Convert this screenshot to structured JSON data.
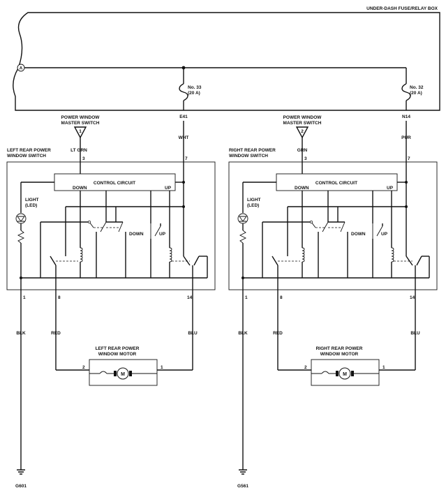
{
  "fuse_box": {
    "title": "UNDER-DASH FUSE/RELAY BOX",
    "connector_label": "A",
    "fuse_33": {
      "number": "No. 33",
      "rating": "(20 A)"
    },
    "fuse_32": {
      "number": "No. 32",
      "rating": "(20 A)"
    },
    "terminal_e41": "E41",
    "terminal_n14": "N14"
  },
  "left": {
    "master_switch": {
      "line1": "POWER WINDOW",
      "line2": "MASTER SWITCH",
      "connector": "1"
    },
    "wire_from_master": "LT GRN",
    "feed_wire": "WHT",
    "switch_title": {
      "line1": "LEFT REAR POWER",
      "line2": "WINDOW SWITCH"
    },
    "pin_3": "3",
    "pin_7": "7",
    "control_circuit": "CONTROL CIRCUIT",
    "down": "DOWN",
    "up": "UP",
    "down2": "DOWN",
    "up2": "UP",
    "light": {
      "line1": "LIGHT",
      "line2": "(LED)"
    },
    "pin_1": "1",
    "pin_8": "8",
    "pin_14": "14",
    "wire_blk": "BLK",
    "wire_red": "RED",
    "wire_blu": "BLU",
    "motor_title": {
      "line1": "LEFT REAR POWER",
      "line2": "WINDOW MOTOR"
    },
    "motor_pin_2": "2",
    "motor_pin_1": "1",
    "motor_symbol": "M",
    "ground": "G601"
  },
  "right": {
    "master_switch": {
      "line1": "POWER WINDOW",
      "line2": "MASTER SWITCH",
      "connector": "2"
    },
    "wire_from_master": "GRN",
    "feed_wire": "PUR",
    "switch_title": {
      "line1": "RIGHT REAR POWER",
      "line2": "WINDOW SWITCH"
    },
    "pin_3": "3",
    "pin_7": "7",
    "control_circuit": "CONTROL CIRCUIT",
    "down": "DOWN",
    "up": "UP",
    "down2": "DOWN",
    "up2": "UP",
    "light": {
      "line1": "LIGHT",
      "line2": "(LED)"
    },
    "pin_1": "1",
    "pin_8": "8",
    "pin_14": "14",
    "wire_blk": "BLK",
    "wire_red": "RED",
    "wire_blu": "BLU",
    "motor_title": {
      "line1": "RIGHT REAR POWER",
      "line2": "WINDOW MOTOR"
    },
    "motor_pin_2": "2",
    "motor_pin_1": "1",
    "motor_symbol": "M",
    "ground": "G561"
  }
}
